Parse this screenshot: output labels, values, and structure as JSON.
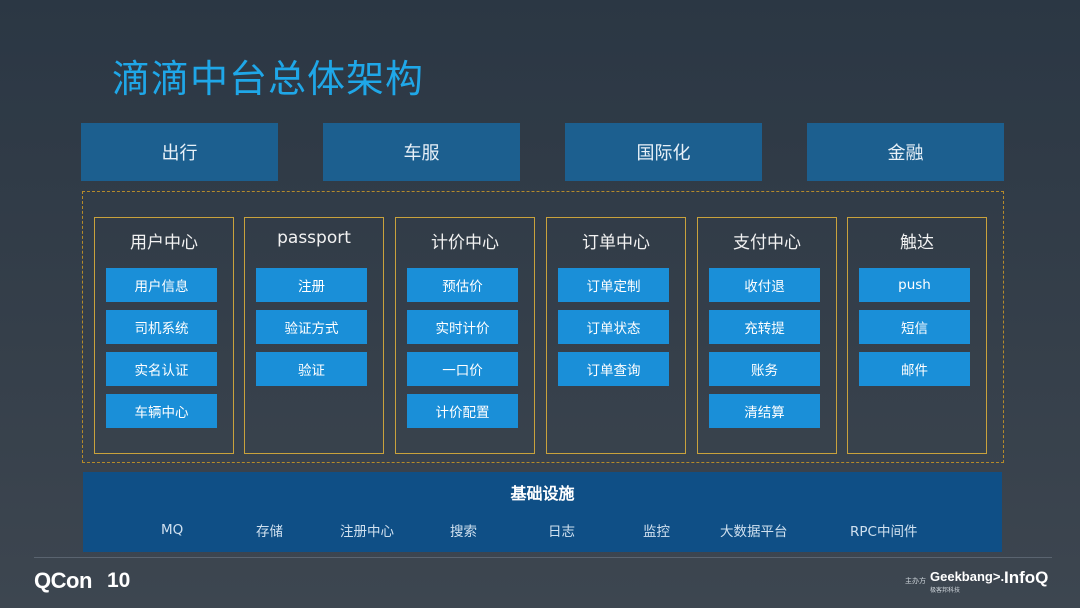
{
  "title": "滴滴中台总体架构",
  "business_lines": [
    "出行",
    "车服",
    "国际化",
    "金融"
  ],
  "modules": [
    {
      "name": "用户中心",
      "items": [
        "用户信息",
        "司机系统",
        "实名认证",
        "车辆中心"
      ]
    },
    {
      "name": "passport",
      "items": [
        "注册",
        "验证方式",
        "验证"
      ]
    },
    {
      "name": "计价中心",
      "items": [
        "预估价",
        "实时计价",
        "一口价",
        "计价配置"
      ]
    },
    {
      "name": "订单中心",
      "items": [
        "订单定制",
        "订单状态",
        "订单查询"
      ]
    },
    {
      "name": "支付中心",
      "items": [
        "收付退",
        "充转提",
        "账务",
        "清结算"
      ]
    },
    {
      "name": "触达",
      "items": [
        "push",
        "短信",
        "邮件"
      ]
    }
  ],
  "infrastructure": {
    "title": "基础设施",
    "items": [
      "MQ",
      "存储",
      "注册中心",
      "搜索",
      "日志",
      "监控",
      "大数据平台",
      "RPC中间件"
    ]
  },
  "footer": {
    "qcon": "QCon",
    "qcon_mark": "10",
    "host_label": "主办方",
    "geekbang": "Geekbang>.",
    "geekbang_sub": "极客邦科技",
    "infoq": "InfoQ"
  }
}
